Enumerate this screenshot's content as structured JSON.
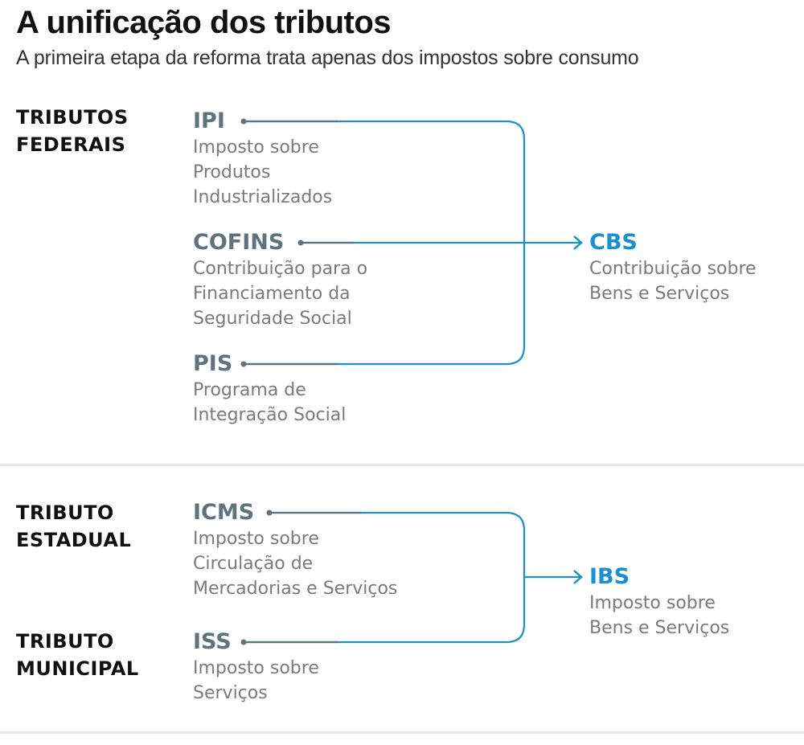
{
  "header": {
    "title": "A unificação dos tributos",
    "subtitle": "A primeira etapa da reforma trata apenas dos impostos sobre consumo"
  },
  "colors": {
    "title": "#111111",
    "tax_code": "#5e727f",
    "description": "#7a7a7a",
    "accent_blue": "#1a8fd1",
    "divider": "#e8e8e8"
  },
  "sections": [
    {
      "groups": [
        {
          "label_line1": "TRIBUTOS",
          "label_line2": "FEDERAIS"
        }
      ],
      "taxes": [
        {
          "code": "IPI",
          "desc": [
            "Imposto sobre",
            "Produtos",
            "Industrializados"
          ]
        },
        {
          "code": "COFINS",
          "desc": [
            "Contribuição para o",
            "Financiamento da",
            "Seguridade Social"
          ]
        },
        {
          "code": "PIS",
          "desc": [
            "Programa de",
            "Integração Social"
          ]
        }
      ],
      "result": {
        "code": "CBS",
        "desc": [
          "Contribuição sobre",
          "Bens e Serviços"
        ]
      }
    },
    {
      "groups": [
        {
          "label_line1": "TRIBUTO",
          "label_line2": "ESTADUAL"
        },
        {
          "label_line1": "TRIBUTO",
          "label_line2": "MUNICIPAL"
        }
      ],
      "taxes": [
        {
          "code": "ICMS",
          "desc": [
            "Imposto sobre",
            "Circulação de",
            "Mercadorias e Serviços"
          ]
        },
        {
          "code": "ISS",
          "desc": [
            "Imposto sobre",
            "Serviços"
          ]
        }
      ],
      "result": {
        "code": "IBS",
        "desc": [
          "Imposto sobre",
          "Bens e Serviços"
        ]
      }
    }
  ]
}
